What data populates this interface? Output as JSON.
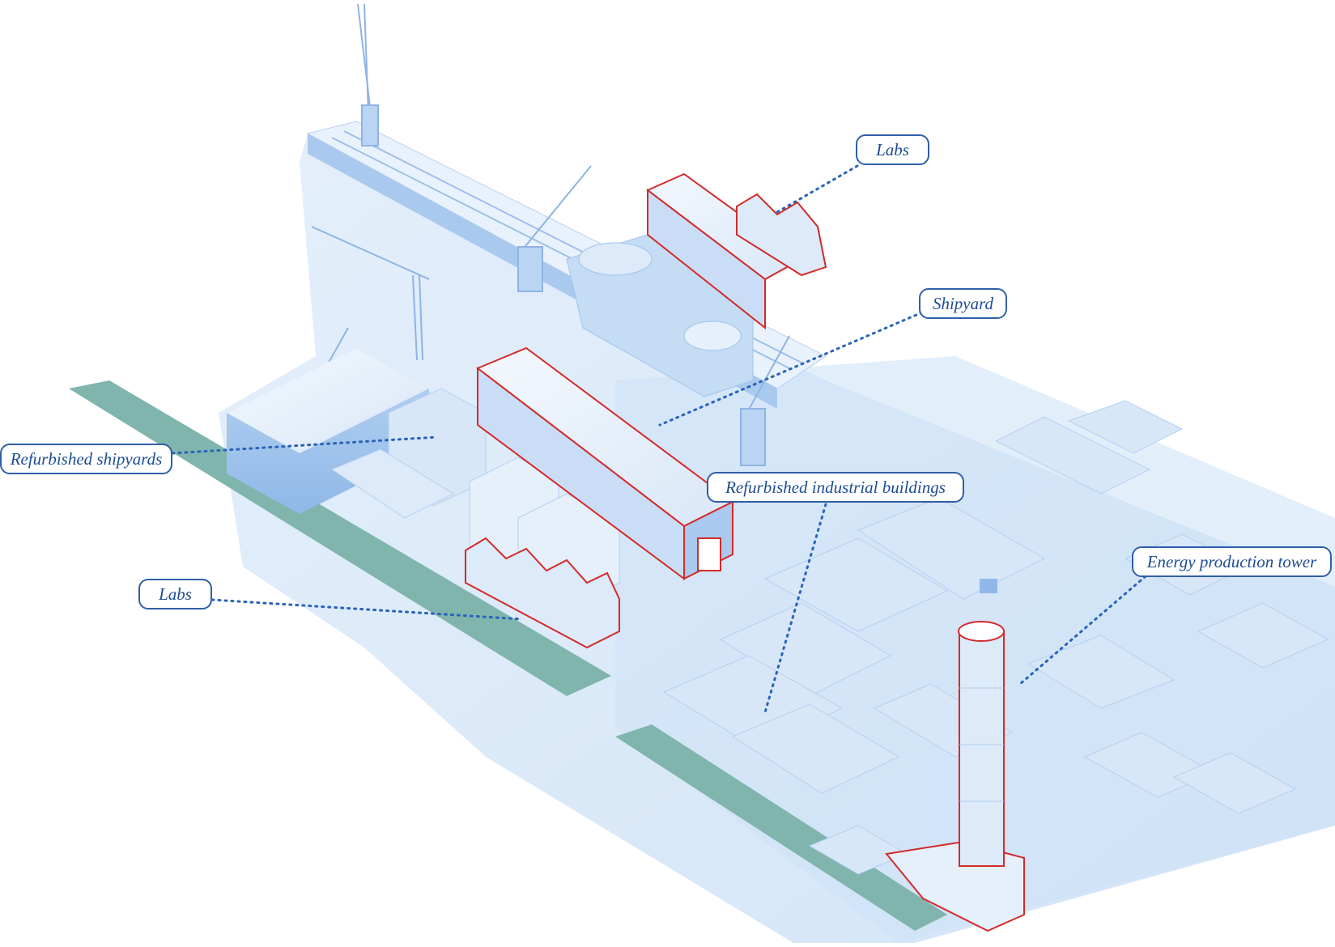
{
  "labels": {
    "labs_top": "Labs",
    "shipyard": "Shipyard",
    "refurbished_shipyards": "Refurbished shipyards",
    "refurbished_industrial_buildings": "Refurbished industrial buildings",
    "energy_production_tower": "Energy production tower",
    "labs_bottom": "Labs"
  },
  "colors": {
    "building_fill": "#cfe2f7",
    "building_shade": "#a9c9ef",
    "ground": "#e6f0fb",
    "canal": "#7fb5ad",
    "highlight_outline": "#d42a2a",
    "leader_dots": "#2a63b8",
    "callout_border": "#2f5fa8",
    "callout_text": "#1d4c94"
  }
}
